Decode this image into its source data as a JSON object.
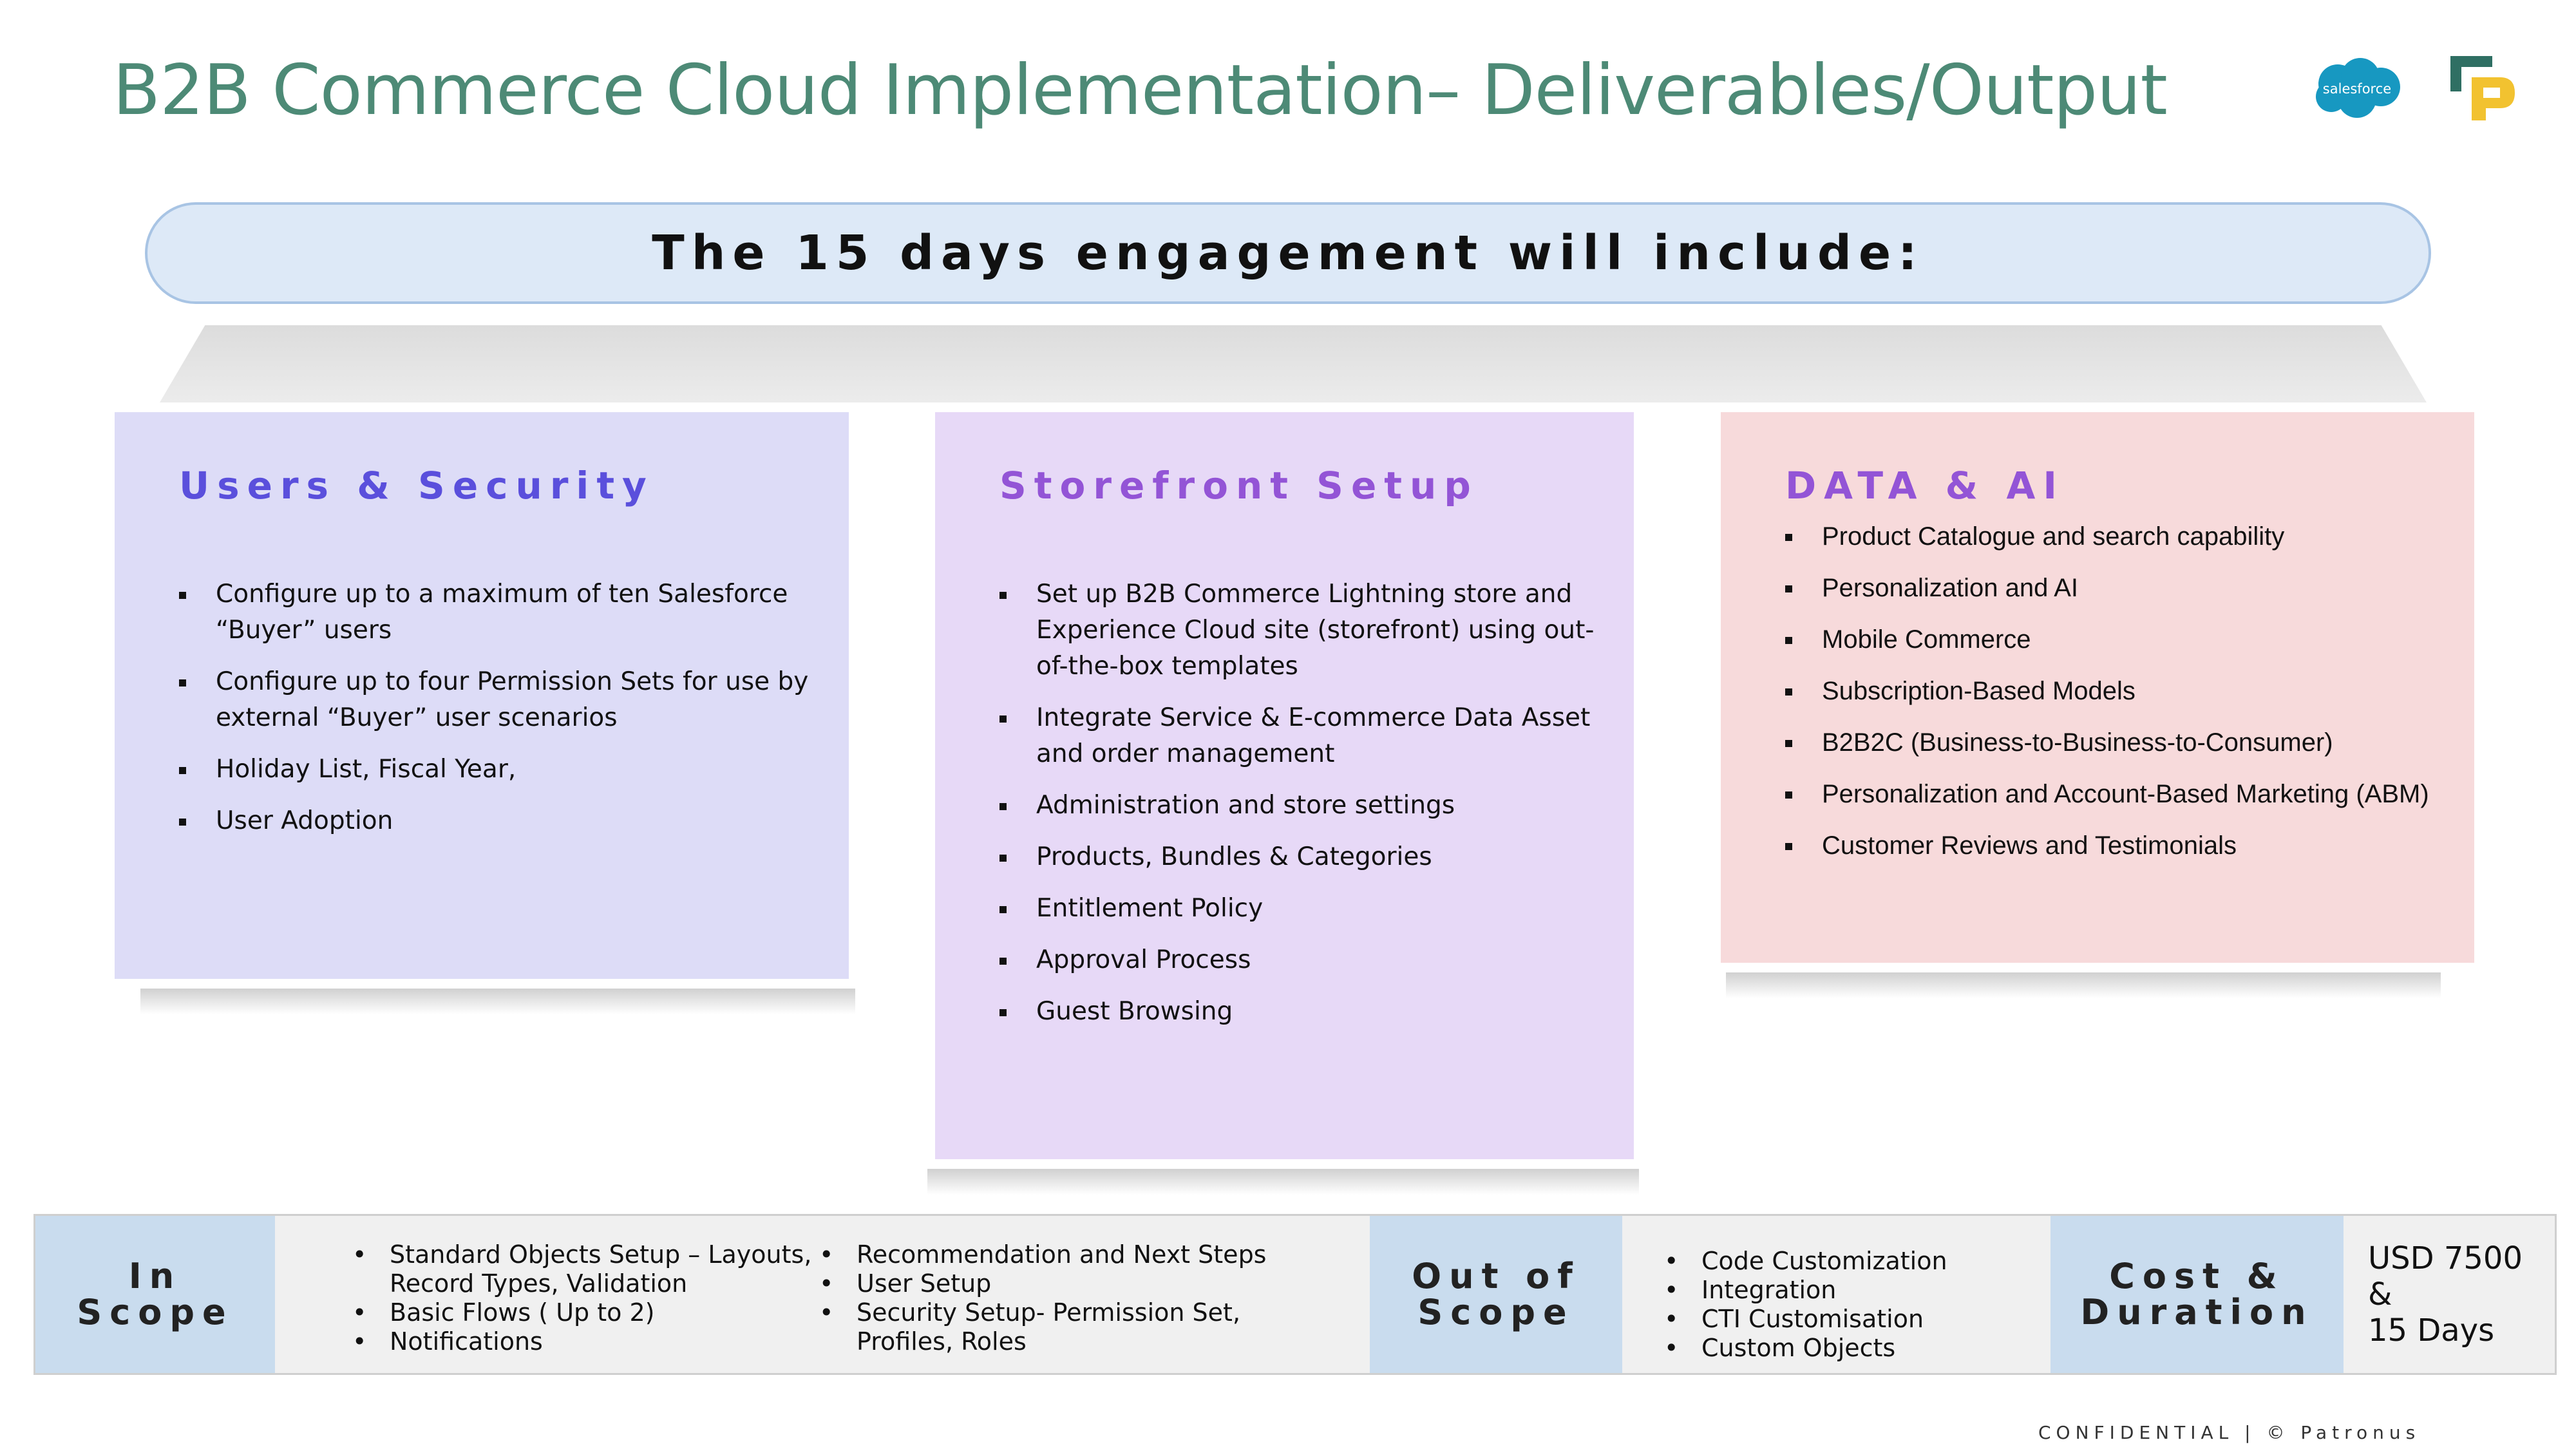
{
  "title": "B2B Commerce Cloud Implementation– Deliverables/Output",
  "logo_text": "salesforce",
  "banner": "The 15 days engagement will include:",
  "cards": [
    {
      "title": "Users & Security",
      "items": [
        "Configure up to a maximum of ten Salesforce “Buyer” users",
        "Configure up to four Permission Sets for use by external “Buyer” user scenarios",
        "Holiday List, Fiscal Year,",
        "User Adoption"
      ]
    },
    {
      "title": "Storefront Setup",
      "items": [
        "Set up B2B Commerce Lightning store and Experience Cloud site (storefront) using out-of-the-box templates",
        "Integrate Service & E-commerce Data Asset and order management",
        "Administration and store settings",
        "Products, Bundles & Categories",
        "Entitlement Policy",
        "Approval Process",
        "Guest Browsing"
      ]
    },
    {
      "title": "DATA & AI",
      "items": [
        "Product Catalogue and search capability",
        "Personalization and AI",
        "Mobile Commerce",
        "Subscription-Based Models",
        "B2B2C (Business-to-Business-to-Consumer)",
        "Personalization and Account-Based Marketing (ABM)",
        "Customer Reviews and Testimonials"
      ]
    }
  ],
  "scope": {
    "in_label_1": "In",
    "in_label_2": "Scope",
    "in_col1": [
      "Standard Objects Setup – Layouts, Record Types, Validation",
      "Basic Flows ( Up to 2)",
      "Notifications"
    ],
    "in_col2": [
      "Recommendation and Next Steps",
      "User Setup",
      "Security Setup- Permission Set, Profiles, Roles"
    ],
    "out_label_1": "Out of",
    "out_label_2": "Scope",
    "out_items": [
      "Code Customization",
      "Integration",
      "CTI Customisation",
      "Custom Objects"
    ],
    "cost_label_1": "Cost &",
    "cost_label_2": "Duration",
    "cost_value_1": "USD 7500 &",
    "cost_value_2": "15 Days"
  },
  "footer": "CONFIDENTIAL | © Patronus",
  "colors": {
    "title": "#4d8a76",
    "banner_bg": "#dde9f7",
    "card1_bg": "#dddcf7",
    "card2_bg": "#e7d9f7",
    "card3_bg": "#f7dadb",
    "label_bg": "#c9dcee"
  }
}
